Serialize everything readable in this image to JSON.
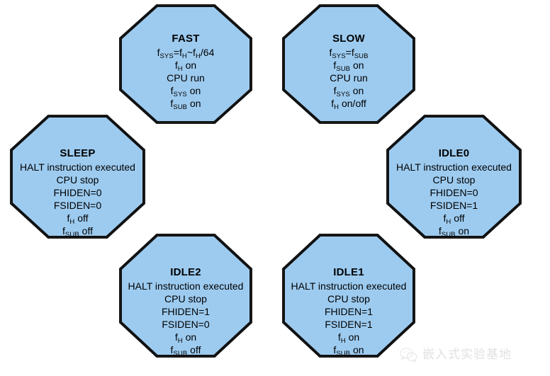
{
  "diagram": {
    "type": "state-diagram",
    "title": "CPU clock / power mode state diagram",
    "background_color": "#ffffff",
    "node_fill_color": "#9dcbf0",
    "node_border_color": "#111111",
    "nodes": [
      {
        "id": "fast",
        "title": "FAST",
        "lines": [
          {
            "parts": [
              {
                "t": "f"
              },
              {
                "t": "SYS",
                "sub": true
              },
              {
                "t": "=f"
              },
              {
                "t": "H",
                "sub": true
              },
              {
                "t": "~f"
              },
              {
                "t": "H",
                "sub": true
              },
              {
                "t": "/64"
              }
            ]
          },
          {
            "parts": [
              {
                "t": "f"
              },
              {
                "t": "H",
                "sub": true
              },
              {
                "t": " on"
              }
            ]
          },
          {
            "parts": [
              {
                "t": "CPU run"
              }
            ]
          },
          {
            "parts": [
              {
                "t": "f"
              },
              {
                "t": "SYS",
                "sub": true
              },
              {
                "t": " on"
              }
            ]
          },
          {
            "parts": [
              {
                "t": "f"
              },
              {
                "t": "SUB",
                "sub": true
              },
              {
                "t": " on"
              }
            ]
          }
        ]
      },
      {
        "id": "slow",
        "title": "SLOW",
        "lines": [
          {
            "parts": [
              {
                "t": "f"
              },
              {
                "t": "SYS",
                "sub": true
              },
              {
                "t": "=f"
              },
              {
                "t": "SUB",
                "sub": true
              }
            ]
          },
          {
            "parts": [
              {
                "t": "f"
              },
              {
                "t": "SUB",
                "sub": true
              },
              {
                "t": " on"
              }
            ]
          },
          {
            "parts": [
              {
                "t": "CPU run"
              }
            ]
          },
          {
            "parts": [
              {
                "t": "f"
              },
              {
                "t": "SYS",
                "sub": true
              },
              {
                "t": " on"
              }
            ]
          },
          {
            "parts": [
              {
                "t": "f"
              },
              {
                "t": "H",
                "sub": true
              },
              {
                "t": " on/off"
              }
            ]
          }
        ]
      },
      {
        "id": "sleep",
        "title": "SLEEP",
        "lines": [
          {
            "parts": [
              {
                "t": "HALT instruction executed"
              }
            ]
          },
          {
            "parts": [
              {
                "t": "CPU stop"
              }
            ]
          },
          {
            "parts": [
              {
                "t": "FHIDEN=0"
              }
            ]
          },
          {
            "parts": [
              {
                "t": "FSIDEN=0"
              }
            ]
          },
          {
            "parts": [
              {
                "t": "f"
              },
              {
                "t": "H",
                "sub": true
              },
              {
                "t": " off"
              }
            ]
          },
          {
            "parts": [
              {
                "t": "f"
              },
              {
                "t": "SUB",
                "sub": true
              },
              {
                "t": " off"
              }
            ]
          }
        ]
      },
      {
        "id": "idle0",
        "title": "IDLE0",
        "lines": [
          {
            "parts": [
              {
                "t": "HALT instruction executed"
              }
            ]
          },
          {
            "parts": [
              {
                "t": "CPU stop"
              }
            ]
          },
          {
            "parts": [
              {
                "t": "FHIDEN=0"
              }
            ]
          },
          {
            "parts": [
              {
                "t": "FSIDEN=1"
              }
            ]
          },
          {
            "parts": [
              {
                "t": "f"
              },
              {
                "t": "H",
                "sub": true
              },
              {
                "t": " off"
              }
            ]
          },
          {
            "parts": [
              {
                "t": "f"
              },
              {
                "t": "SUB",
                "sub": true
              },
              {
                "t": " on"
              }
            ]
          }
        ]
      },
      {
        "id": "idle2",
        "title": "IDLE2",
        "lines": [
          {
            "parts": [
              {
                "t": "HALT instruction executed"
              }
            ]
          },
          {
            "parts": [
              {
                "t": "CPU stop"
              }
            ]
          },
          {
            "parts": [
              {
                "t": "FHIDEN=1"
              }
            ]
          },
          {
            "parts": [
              {
                "t": "FSIDEN=0"
              }
            ]
          },
          {
            "parts": [
              {
                "t": "f"
              },
              {
                "t": "H",
                "sub": true
              },
              {
                "t": " on"
              }
            ]
          },
          {
            "parts": [
              {
                "t": "f"
              },
              {
                "t": "SUB",
                "sub": true
              },
              {
                "t": " off"
              }
            ]
          }
        ]
      },
      {
        "id": "idle1",
        "title": "IDLE1",
        "lines": [
          {
            "parts": [
              {
                "t": "HALT instruction executed"
              }
            ]
          },
          {
            "parts": [
              {
                "t": "CPU stop"
              }
            ]
          },
          {
            "parts": [
              {
                "t": "FHIDEN=1"
              }
            ]
          },
          {
            "parts": [
              {
                "t": "FSIDEN=1"
              }
            ]
          },
          {
            "parts": [
              {
                "t": "f"
              },
              {
                "t": "H",
                "sub": true
              },
              {
                "t": " on"
              }
            ]
          },
          {
            "parts": [
              {
                "t": "f"
              },
              {
                "t": "SUB",
                "sub": true
              },
              {
                "t": " on"
              }
            ]
          }
        ]
      }
    ]
  },
  "watermark": {
    "icon": "wechat-icon",
    "text": "嵌入式实验基地"
  }
}
